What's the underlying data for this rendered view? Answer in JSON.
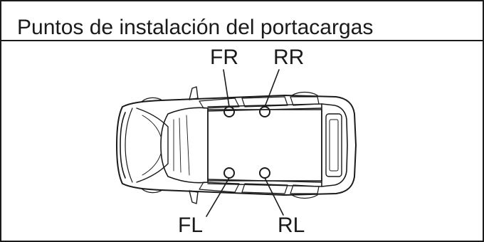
{
  "title": "Puntos de instalación del portacargas",
  "points": {
    "fr": "FR",
    "rr": "RR",
    "fl": "FL",
    "rl": "RL"
  }
}
